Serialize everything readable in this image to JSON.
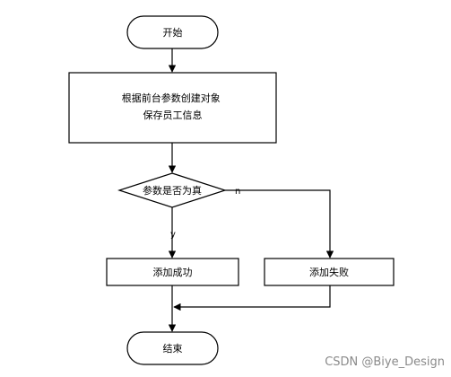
{
  "flowchart": {
    "start": "开始",
    "process_lines": [
      "根据前台参数创建对象",
      "保存员工信息"
    ],
    "decision": "参数是否为真",
    "yes_label": "y",
    "no_label": "n",
    "success": "添加成功",
    "failure": "添加失败",
    "end": "结束"
  },
  "watermark": "CSDN @Biye_Design"
}
